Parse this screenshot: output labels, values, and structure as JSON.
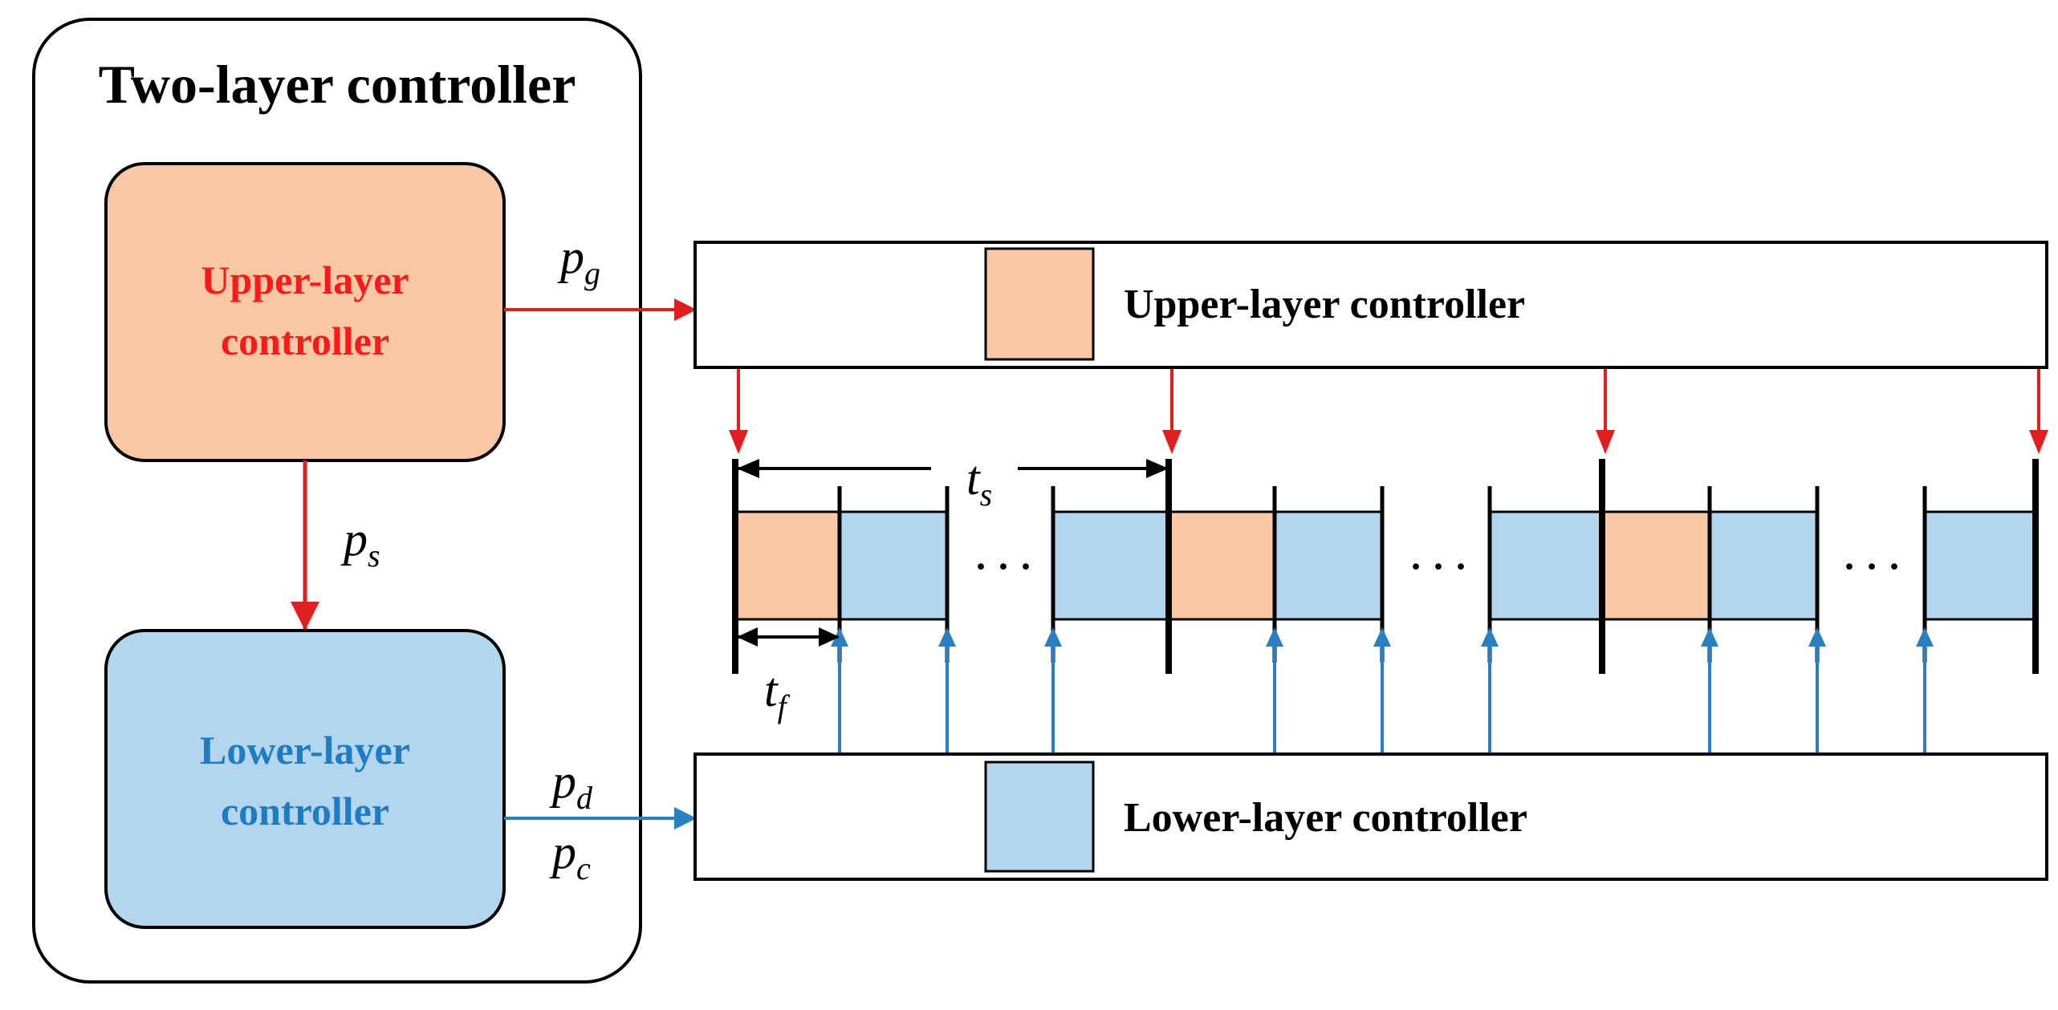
{
  "title": "Two-layer controller",
  "upper_block": {
    "line1": "Upper-layer",
    "line2": "controller"
  },
  "lower_block": {
    "line1": "Lower-layer",
    "line2": "controller"
  },
  "signals": {
    "pg": {
      "base": "p",
      "sub": "g"
    },
    "ps": {
      "base": "p",
      "sub": "s"
    },
    "pd": {
      "base": "p",
      "sub": "d"
    },
    "pc": {
      "base": "p",
      "sub": "c"
    }
  },
  "timeline": {
    "upper_bar_label": "Upper-layer controller",
    "lower_bar_label": "Lower-layer controller",
    "ts": {
      "base": "t",
      "sub": "s"
    },
    "tf": {
      "base": "t",
      "sub": "f"
    },
    "ellipsis": "· · ·"
  },
  "colors": {
    "upper_fill": "#F8C8A4",
    "lower_fill": "#B4D5EE",
    "upper_text": "#FF1A1A",
    "lower_text": "#1E7DC2",
    "red_arrow": "#E02020",
    "blue_arrow": "#2A7FC0"
  }
}
